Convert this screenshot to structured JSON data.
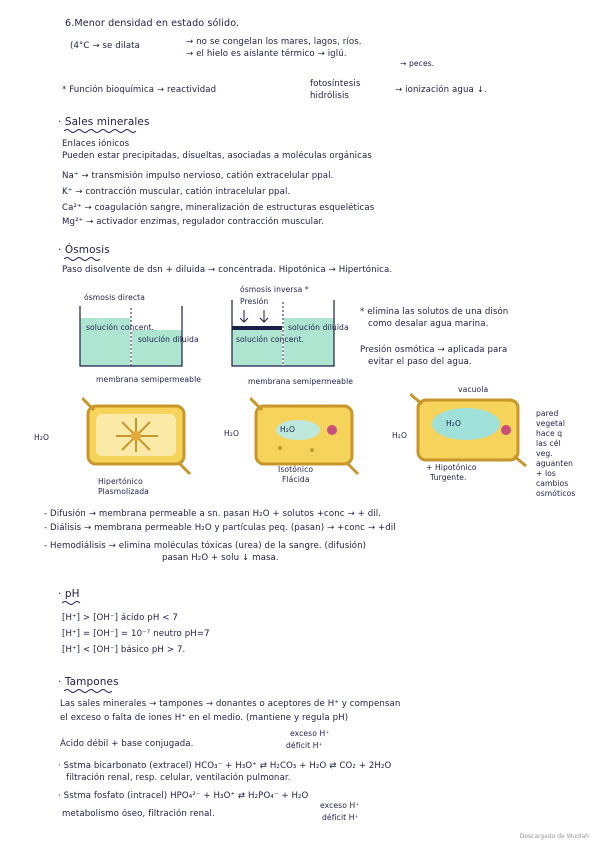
{
  "section_water_density": {
    "line1": "6.Menor densidad en estado sólido.",
    "line2a": "(4°C → se dilata",
    "line2b": "→ no se congelan los mares, lagos, ríos.",
    "line3": "→ el hielo es aislante térmico → iglú.",
    "line3b": "→ peces."
  },
  "section_biochem": {
    "label": "* Función bioquímica → reactividad",
    "opt1": "fotosíntesis",
    "opt2": "hidrólisis",
    "tail": "→ ionización agua ↓."
  },
  "section_salts": {
    "title": "· Sales minerales",
    "l1": "Enlaces iónicos",
    "l2": "Pueden estar precipitadas, disueltas, asociadas a moléculas orgánicas",
    "l3": "Na⁺ → transmisión impulso nervioso, catión extracelular ppal.",
    "l4": "K⁺ → contracción muscular, catión intracelular ppal.",
    "l5": "Ca²⁺ → coagulación sangre, mineralización de estructuras esqueléticas",
    "l6": "Mg²⁺ → activador enzimas, regulador contracción muscular."
  },
  "section_osmosis": {
    "title": "· Ósmosis",
    "l1": "Paso disolvente de dsn + diluida → concentrada.   Hipotónica → Hipertónica.",
    "direct_label": "ósmosis directa",
    "inverse_label": "ósmosis inversa *",
    "sol_concent": "solución concent.",
    "sol_diluida": "solución diluida",
    "presion": "Presión",
    "membrana": "membrana semipermeable",
    "note1a": "* elimina las solutos de una disón",
    "note1b": "como desalar agua marina.",
    "note2a": "Presión osmótica → aplicada para",
    "note2b": "evitar el paso del agua.",
    "vacuola": "vacuola",
    "h2o": "H₂O",
    "cell1a": "Hipertónico",
    "cell1b": "Plasmolizada",
    "cell2a": "Isotónico",
    "cell2b": "Flácida",
    "cell3a": "+ Hipotónico",
    "cell3b": "Turgente.",
    "wall_note1": "pared",
    "wall_note2": "vegetal",
    "wall_note3": "hace q",
    "wall_note4": "las cél",
    "wall_note5": "veg.",
    "wall_note6": "aguanten",
    "wall_note7": "+ los",
    "wall_note8": "cambios",
    "wall_note9": "osmóticos",
    "d1": "- Difusión → membrana permeable a sn. pasan H₂O + solutos  +conc → + dil.",
    "d2": "- Diálisis → membrana permeable H₂O y partículas peq. (pasan) → +conc → +dil",
    "d3": "- Hemodiálisis → elimina moléculas tóxicas (urea) de la sangre. (difusión)",
    "d3b": "pasan H₂O + solu ↓ masa."
  },
  "section_ph": {
    "title": "· pH",
    "l1": "[H⁺] > [OH⁻] ácido pH < 7",
    "l2": "[H⁺] = [OH⁻] = 10⁻⁷ neutro pH=7",
    "l3": "[H⁺] < [OH⁻] básico pH > 7."
  },
  "section_buffers": {
    "title": "· Tampones",
    "l1": "Las sales minerales → tampones → donantes o aceptores de H⁺ y compensan",
    "l2": "el exceso o falta de iones H⁺ en el medio. (mantiene y regula pH)",
    "l3": "Ácido débil + base conjugada.",
    "exc1": "exceso H⁺",
    "def1": "déficit H⁺",
    "l4": "· Sstma bicarbonato (extracel) HCO₃⁻ + H₃O⁺ ⇄ H₂CO₃ + H₂O ⇄ CO₂ + 2H₂O",
    "l5": "filtración renal, resp. celular, ventilación pulmonar.",
    "l6": "· Sstma fosfato (intracel) HPO₄²⁻ + H₃O⁺ ⇄ H₂PO₄⁻ + H₂O",
    "l7": "metabolismo óseo, filtración renal.",
    "exc2": "exceso H⁺",
    "def2": "déficit H⁺"
  },
  "footer": "Descargado de Wuolah"
}
